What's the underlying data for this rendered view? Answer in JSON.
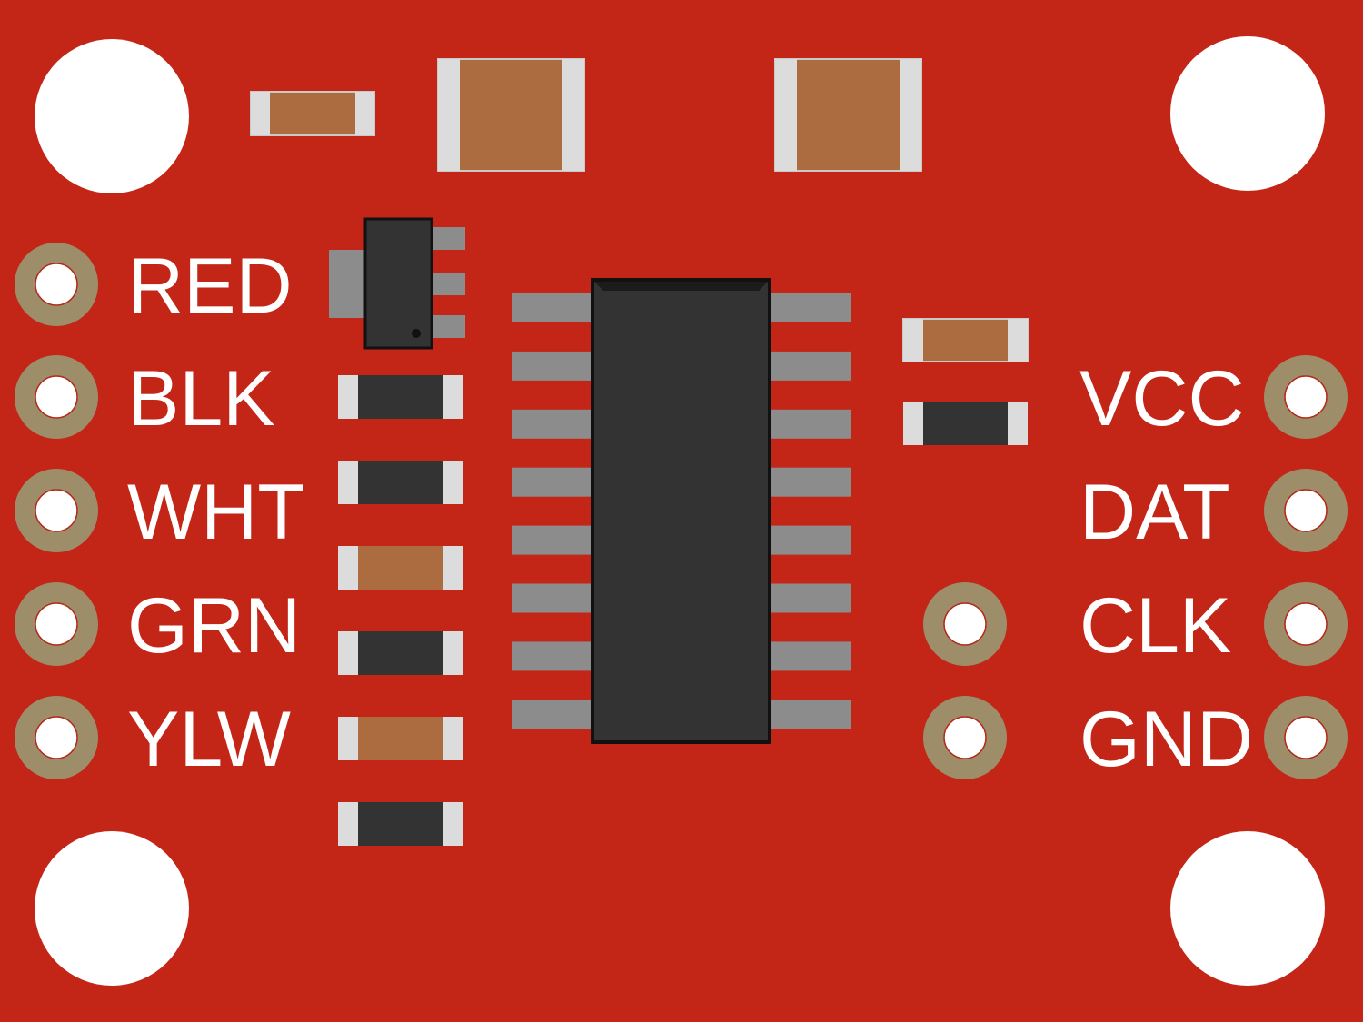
{
  "board": {
    "pcb_color": "#c32517",
    "pad_color": "#9d8e69",
    "hole_color": "#ffffff",
    "ic_body_color": "#333333",
    "ic_pin_color": "#8c8c8c",
    "capacitor_color": "#ad6c40",
    "resistor_color": "#333333",
    "terminal_color": "#dcdcdc"
  },
  "left_header": {
    "pins": [
      {
        "label": "RED"
      },
      {
        "label": "BLK"
      },
      {
        "label": "WHT"
      },
      {
        "label": "GRN"
      },
      {
        "label": "YLW"
      }
    ]
  },
  "right_header": {
    "pins": [
      {
        "label": "VCC"
      },
      {
        "label": "DAT"
      },
      {
        "label": "CLK"
      },
      {
        "label": "GND"
      }
    ]
  },
  "components": {
    "main_ic": {
      "pins_per_side": 8
    },
    "regulator": {
      "pins": 3
    }
  }
}
